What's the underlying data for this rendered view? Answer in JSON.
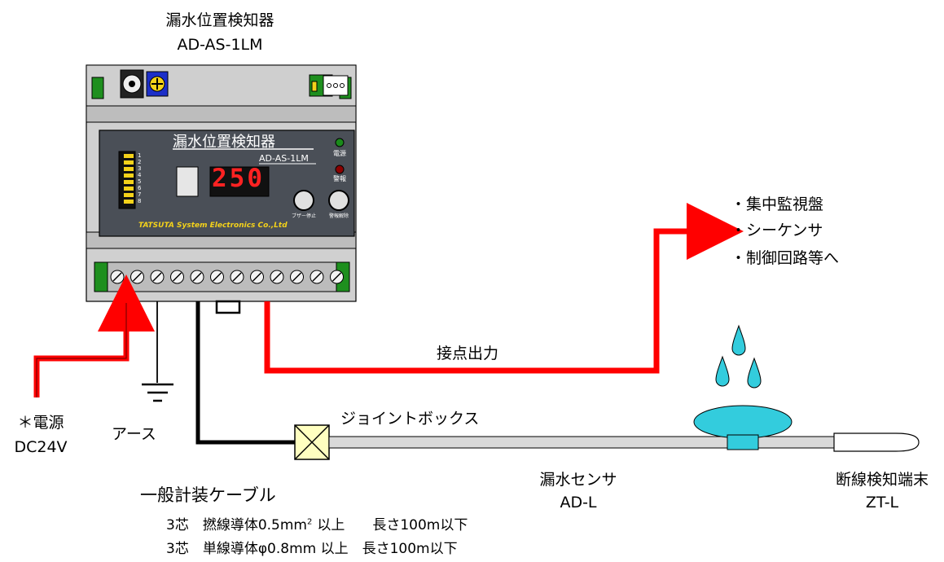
{
  "device": {
    "title": "漏水位置検知器",
    "model": "AD-AS-1LM",
    "panel_title": "漏水位置検知器",
    "panel_model": "AD-AS-1LM",
    "display_value": "250",
    "dip_numbers": [
      "1",
      "2",
      "3",
      "4",
      "5",
      "6",
      "7",
      "8"
    ],
    "led_power_label": "電源",
    "led_alarm_label": "警報",
    "btn_buzzer_label": "ブザー停止",
    "btn_alarm_reset_label": "警報解除",
    "maker": "TATSUTA System Electronics Co.,Ltd"
  },
  "outputs": {
    "items": [
      "・集中監視盤",
      "・シーケンサ",
      "・制御回路等へ"
    ],
    "contact_label": "接点出力"
  },
  "power": {
    "line1": "＊電源",
    "line2": "DC24V"
  },
  "earth_label": "アース",
  "junction_label": "ジョイントボックス",
  "cable": {
    "label": "一般計装ケーブル",
    "spec1": "3芯　撚線導体0.5mm",
    "spec1_sup": "2",
    "spec1_tail": "以上　　長さ100m以下",
    "spec2": "3芯　単線導体φ0.8mm 以上　長さ100m以下"
  },
  "sensor": {
    "name": "漏水センサ",
    "model": "AD-L"
  },
  "terminal": {
    "name": "断線検知端末",
    "model": "ZT-L"
  },
  "colors": {
    "signal_line": "#ff0000",
    "sensor_cable": "#d9d9d9",
    "water": "#33ccdd",
    "seg_display": "#ff2222"
  }
}
